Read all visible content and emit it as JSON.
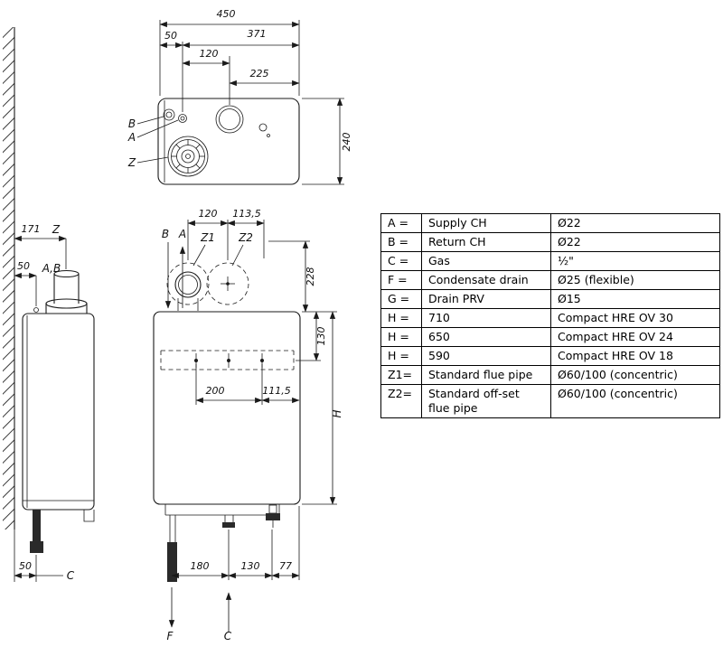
{
  "diagram": {
    "top_view": {
      "dim_450": "450",
      "dim_50": "50",
      "dim_371": "371",
      "dim_120": "120",
      "dim_225": "225",
      "dim_240": "240",
      "label_b": "B",
      "label_a": "A",
      "label_z": "Z"
    },
    "side_view": {
      "dim_171": "171",
      "label_z": "Z",
      "dim_50_top": "50",
      "label_ab": "A,B",
      "dim_50_bottom": "50",
      "label_c": "C"
    },
    "front_view": {
      "label_b": "B",
      "label_a": "A",
      "label_z1": "Z1",
      "label_z2": "Z2",
      "dim_120": "120",
      "dim_113_5": "113,5",
      "dim_228": "228",
      "dim_130_side": "130",
      "dim_h": "H",
      "dim_200": "200",
      "dim_111_5": "111,5",
      "dim_180": "180",
      "dim_130_bottom": "130",
      "dim_77": "77",
      "label_f": "F",
      "label_c": "C"
    }
  },
  "table": {
    "rows": [
      {
        "key": "A =",
        "desc": "Supply CH",
        "value": "Ø22"
      },
      {
        "key": "B =",
        "desc": "Return CH",
        "value": "Ø22"
      },
      {
        "key": "C =",
        "desc": "Gas",
        "value": "½\""
      },
      {
        "key": "F =",
        "desc": "Condensate drain",
        "value": "Ø25 (flexible)"
      },
      {
        "key": "G =",
        "desc": "Drain PRV",
        "value": "Ø15"
      },
      {
        "key": "H =",
        "desc": "710",
        "value": "Compact HRE OV 30"
      },
      {
        "key": "H =",
        "desc": "650",
        "value": "Compact HRE OV 24"
      },
      {
        "key": "H =",
        "desc": "590",
        "value": "Compact HRE OV 18"
      },
      {
        "key": "Z1=",
        "desc": "Standard flue pipe",
        "value": "Ø60/100 (concentric)"
      },
      {
        "key": "Z2=",
        "desc": "Standard off-set flue pipe",
        "value": "Ø60/100 (concentric)"
      }
    ]
  }
}
